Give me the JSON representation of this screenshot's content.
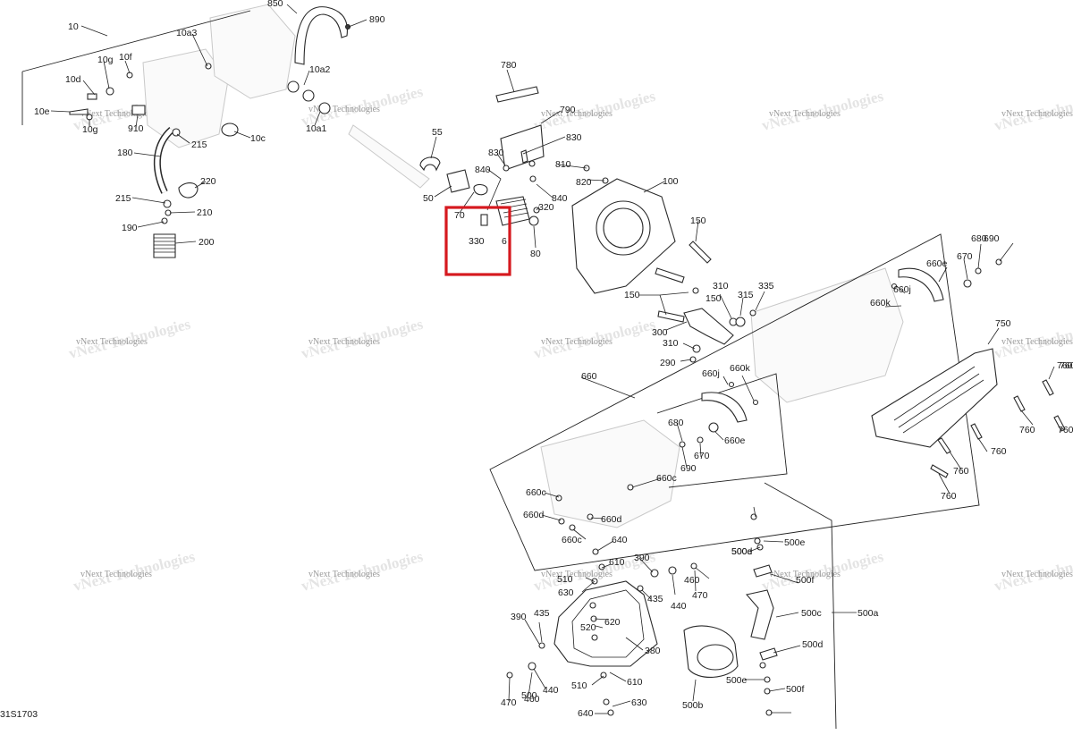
{
  "diagram": {
    "drawing_code": "31S1703",
    "watermark": "vNext Technologies",
    "highlight_color": "#d6191f",
    "callouts": [
      "10",
      "10a1",
      "10a2",
      "10a3",
      "10c",
      "10d",
      "10e",
      "10f",
      "10g",
      "10g",
      "180",
      "190",
      "200",
      "210",
      "215",
      "215",
      "220",
      "850",
      "890",
      "910",
      "55",
      "50",
      "70",
      "6",
      "330",
      "780",
      "790",
      "830",
      "830",
      "840",
      "840",
      "810",
      "820",
      "320",
      "80",
      "100",
      "150",
      "150",
      "150",
      "300",
      "290",
      "310",
      "310",
      "315",
      "335",
      "660",
      "660e",
      "660e",
      "660j",
      "660j",
      "660k",
      "660k",
      "660c",
      "660c",
      "660c",
      "660d",
      "660d",
      "670",
      "670",
      "680",
      "680",
      "690",
      "690",
      "750",
      "760",
      "760",
      "760",
      "760",
      "760",
      "760",
      "760",
      "640",
      "640",
      "610",
      "610",
      "620",
      "630",
      "630",
      "510",
      "510",
      "520",
      "380",
      "390",
      "390",
      "435",
      "435",
      "440",
      "440",
      "460",
      "460",
      "470",
      "470",
      "500",
      "500a",
      "500b",
      "500c",
      "500d",
      "500d",
      "500e",
      "500e",
      "500e",
      "500f",
      "500f"
    ]
  }
}
